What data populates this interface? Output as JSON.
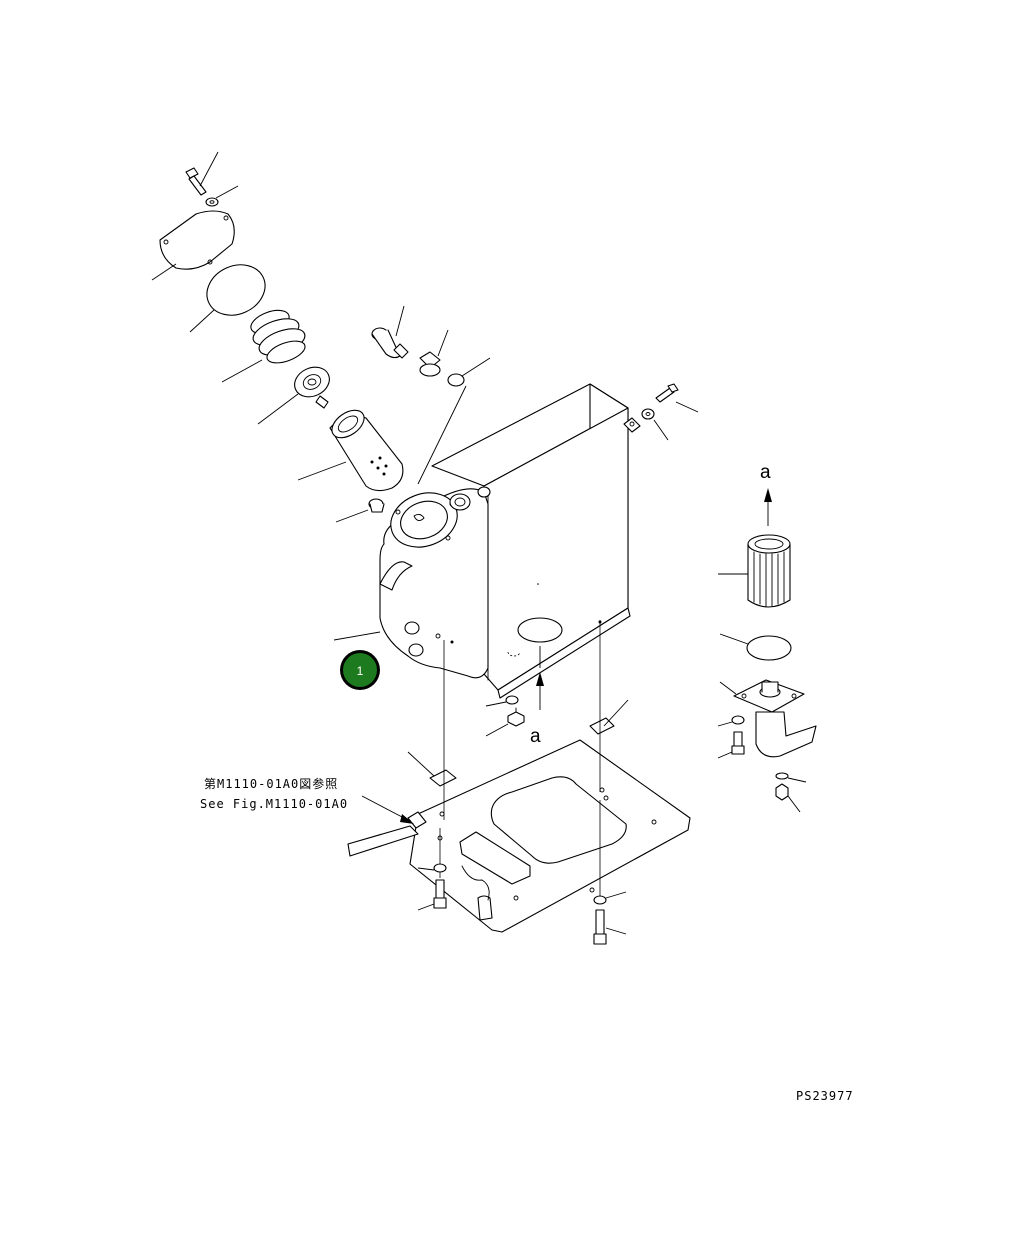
{
  "diagram": {
    "reference_label_jp": "第M1110-01A0図参照",
    "reference_label_en": "See Fig.M1110-01A0",
    "view_label_top": "a",
    "view_label_bottom": "a",
    "drawing_number": "PS23977",
    "callouts": [
      {
        "number": "1",
        "color": "#1e7a1e"
      }
    ],
    "colors": {
      "line": "#000000",
      "background": "#ffffff",
      "callout": "#1e7a1e"
    }
  }
}
